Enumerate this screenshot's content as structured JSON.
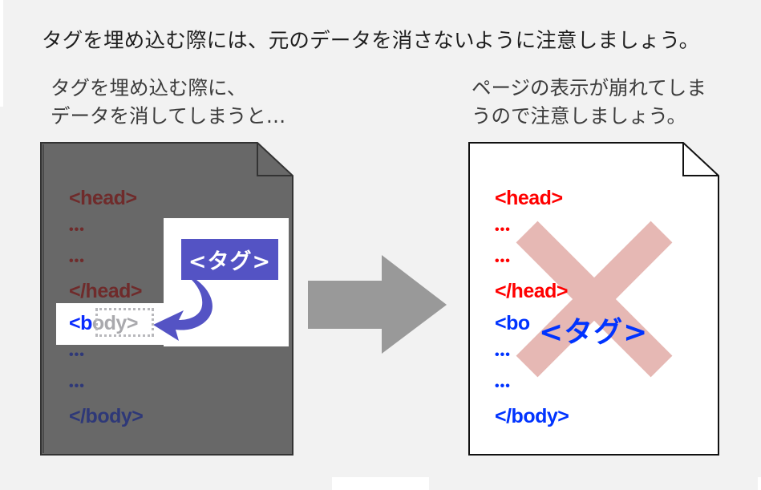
{
  "title": "タグを埋め込む際には、元のデータを消さないように注意しましょう。",
  "left_panel": {
    "caption_line1": "タグを埋め込む際に、",
    "caption_line2": "データを消してしまうと…",
    "code_lines": {
      "head_open": "<head>",
      "dots1": "•••",
      "dots2": "•••",
      "head_close": "</head>",
      "body_open_b": "<b",
      "body_open_rest": "ody>",
      "dots3": "•••",
      "dots4": "•••",
      "body_close": "</body>"
    },
    "insert_tag_label": "<タグ>",
    "colors": {
      "page_fill": "#686868",
      "head_text": "#6f2b2b",
      "body_text": "#2e3878",
      "tag_box": "#5453c4"
    }
  },
  "transition_arrow": {
    "icon": "right-arrow-icon",
    "color": "#999999"
  },
  "right_panel": {
    "caption_line1": "ページの表示が崩れてしま",
    "caption_line2": "うので注意しましょう。",
    "code_lines": {
      "head_open": "<head>",
      "dots1": "•••",
      "dots2": "•••",
      "head_close": "</head>",
      "body_broken": "<bo",
      "inserted_tag": "<タグ>",
      "dots3": "•••",
      "dots4": "•••",
      "body_close": "</body>"
    },
    "error_mark": {
      "icon": "x-mark-icon",
      "color": "#e6b8b4"
    },
    "colors": {
      "page_fill": "#ffffff",
      "head_text": "#ff0000",
      "body_text": "#0033ff"
    }
  }
}
